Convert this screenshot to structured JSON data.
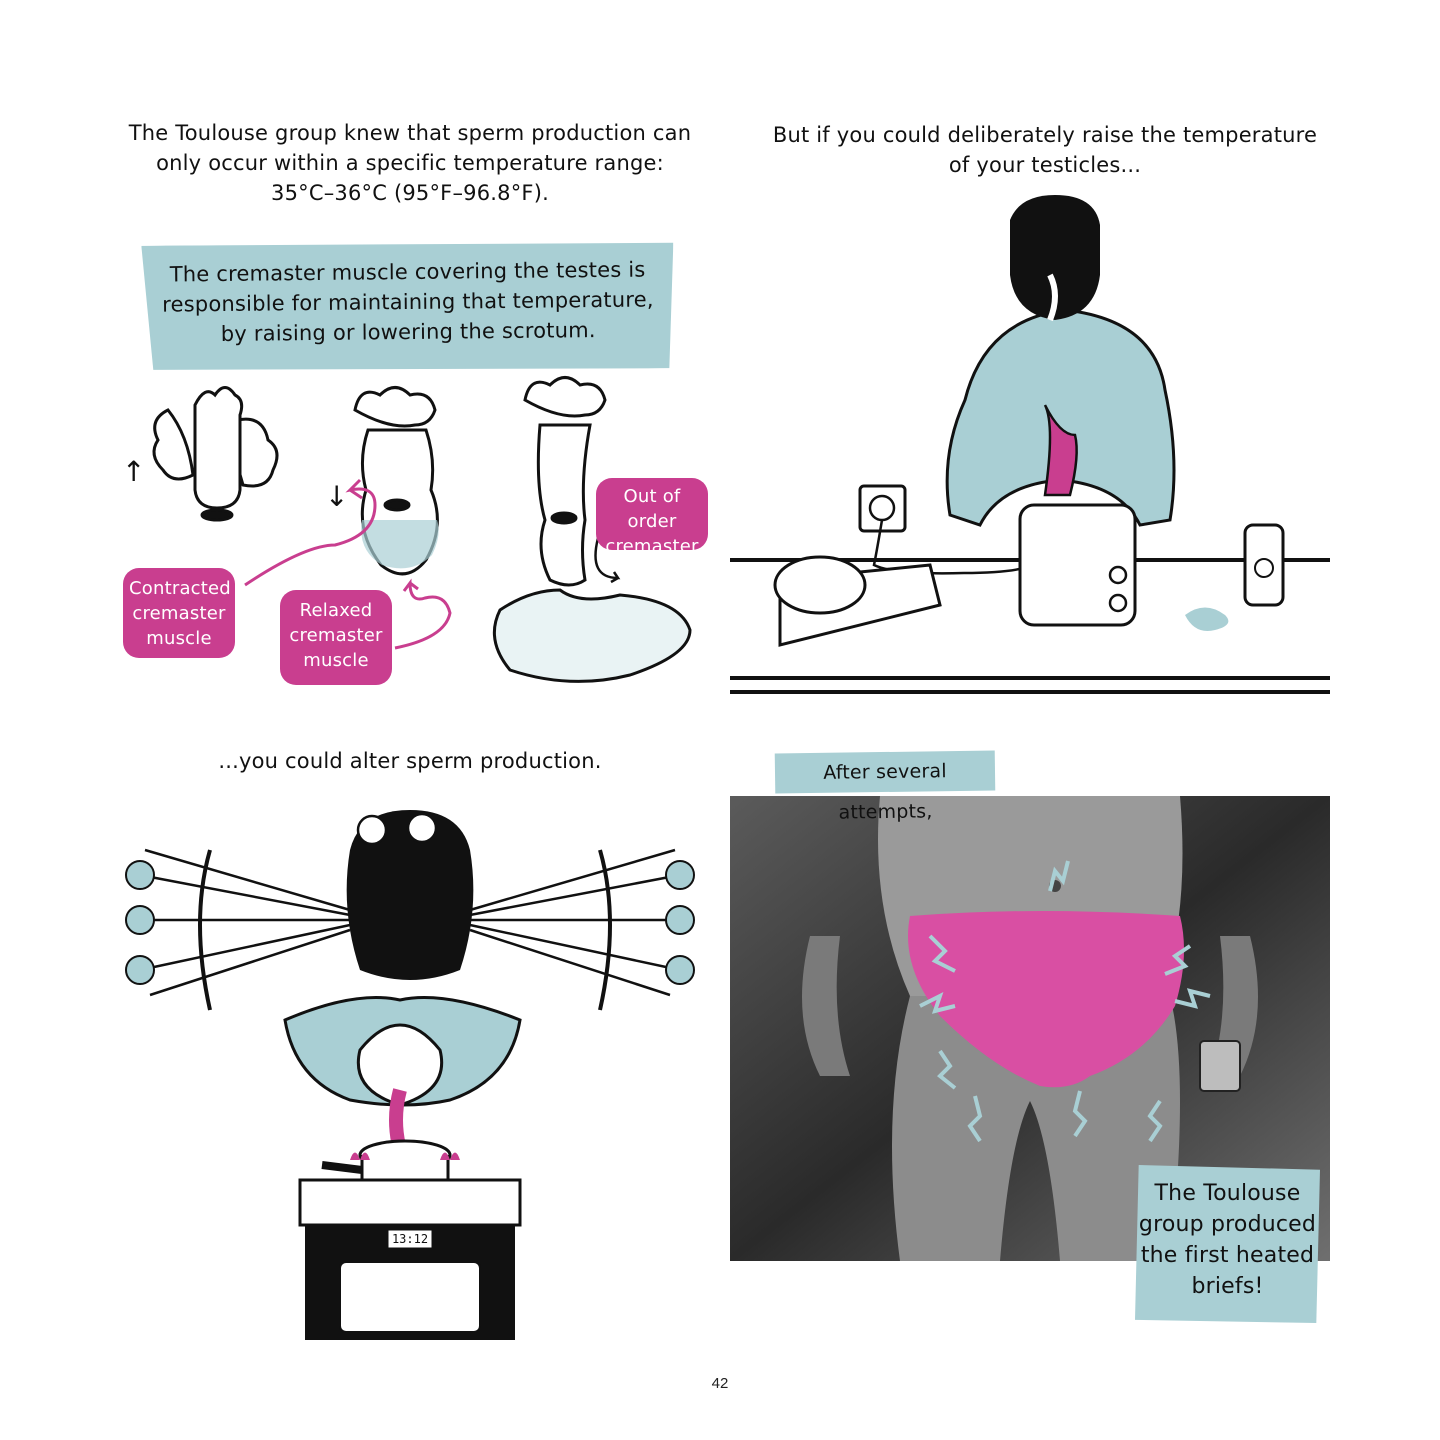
{
  "page": {
    "number": "42",
    "colors": {
      "teal": "#a9cfd4",
      "pink": "#c93e8f",
      "ink": "#111111"
    }
  },
  "panel1": {
    "caption": "The Toulouse group knew that sperm production can only occur within a specific temperature range: 35°C–36°C (95°F–96.8°F).",
    "box_text": "The cremaster muscle covering the testes is responsible for maintaining that temperature, by raising or lowering the scrotum.",
    "arrow_up": "↑",
    "arrow_down": "↓",
    "bubbles": {
      "contracted": "Contracted cremaster muscle",
      "relaxed": "Relaxed cremaster muscle",
      "out_of_order": "Out of order cremaster"
    }
  },
  "panel2": {
    "caption": "But if you could deliberately raise the temperature of your testicles..."
  },
  "panel3": {
    "caption": "...you could alter sperm production.",
    "stove_clock": "13:12"
  },
  "panel4": {
    "tag": "After several attempts,",
    "box_text": "The Toulouse group produced the first heated briefs!"
  }
}
